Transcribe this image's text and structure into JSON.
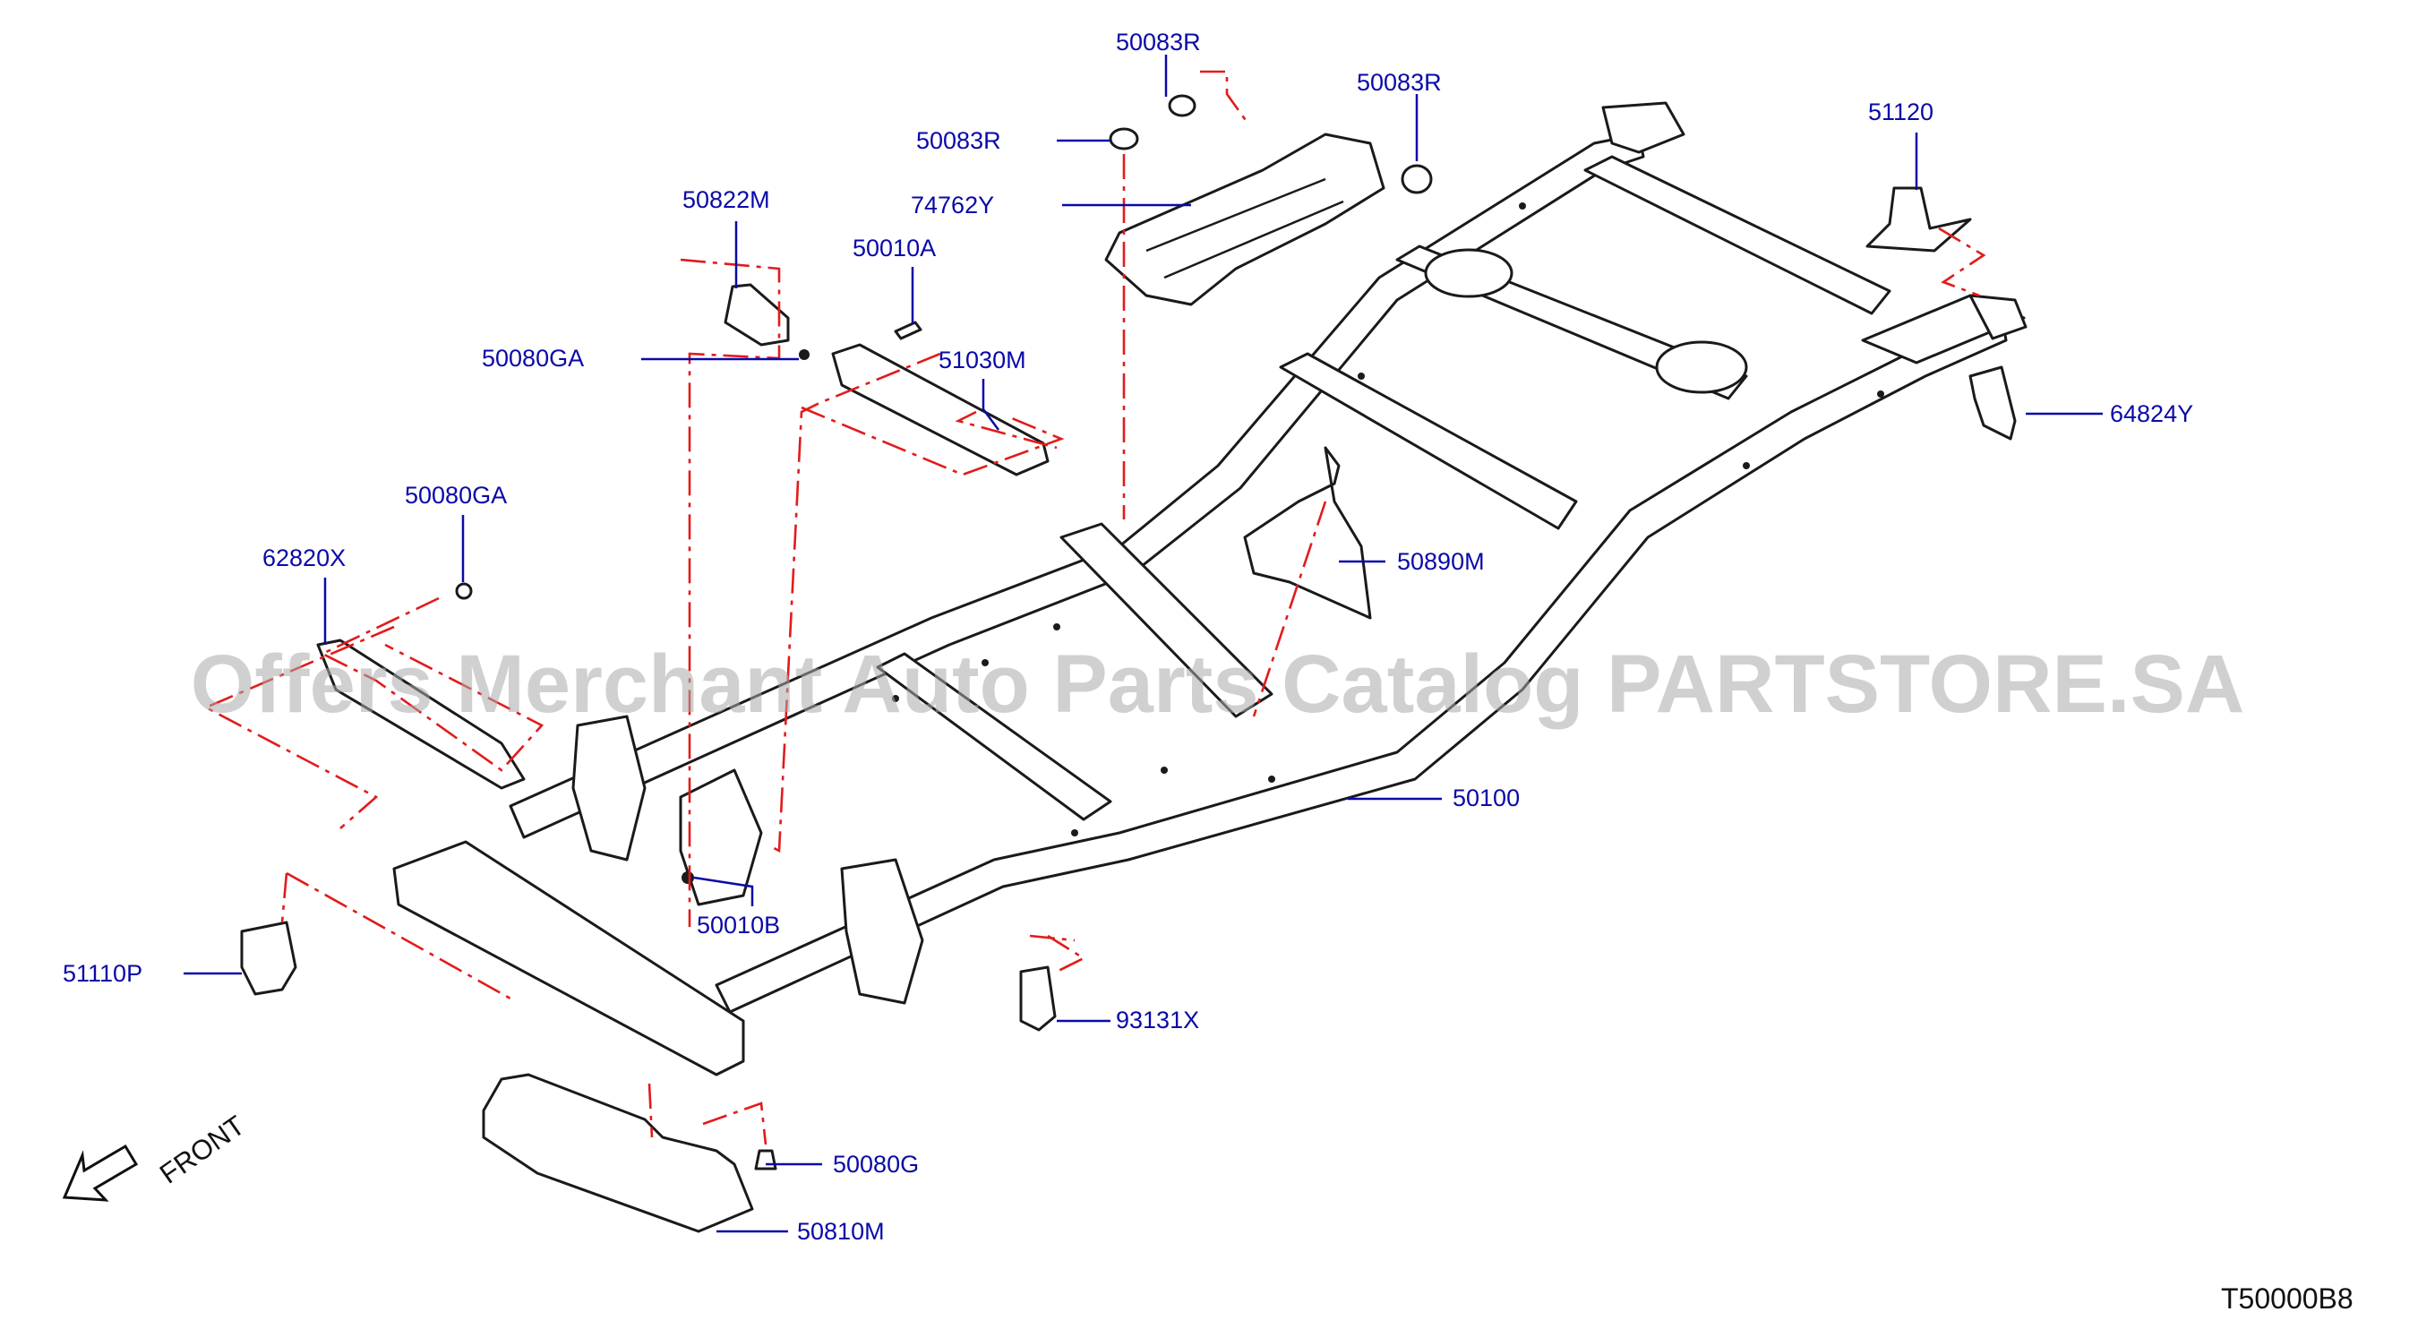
{
  "colors": {
    "frame": "#1a1a1a",
    "callout": "#0a0aa8",
    "phantom": "#e21b1b",
    "watermark": "#aaaaaa"
  },
  "parts": [
    {
      "id": "50083R_top",
      "label": "50083R"
    },
    {
      "id": "50083R_right",
      "label": "50083R"
    },
    {
      "id": "50083R_left",
      "label": "50083R"
    },
    {
      "id": "74762Y",
      "label": "74762Y"
    },
    {
      "id": "50822M",
      "label": "50822M"
    },
    {
      "id": "50010A",
      "label": "50010A"
    },
    {
      "id": "50080GA_upper",
      "label": "50080GA"
    },
    {
      "id": "51030M",
      "label": "51030M"
    },
    {
      "id": "50080GA_lower",
      "label": "50080GA"
    },
    {
      "id": "62820X",
      "label": "62820X"
    },
    {
      "id": "51120",
      "label": "51120"
    },
    {
      "id": "64824Y",
      "label": "64824Y"
    },
    {
      "id": "50890M",
      "label": "50890M"
    },
    {
      "id": "50100",
      "label": "50100"
    },
    {
      "id": "50010B",
      "label": "50010B"
    },
    {
      "id": "51110P",
      "label": "51110P"
    },
    {
      "id": "93131X",
      "label": "93131X"
    },
    {
      "id": "50080G",
      "label": "50080G"
    },
    {
      "id": "50810M",
      "label": "50810M"
    }
  ],
  "front_label": "FRONT",
  "diagram_code": "T50000B8",
  "watermark": "Offers Merchant Auto Parts Catalog PARTSTORE.SA"
}
